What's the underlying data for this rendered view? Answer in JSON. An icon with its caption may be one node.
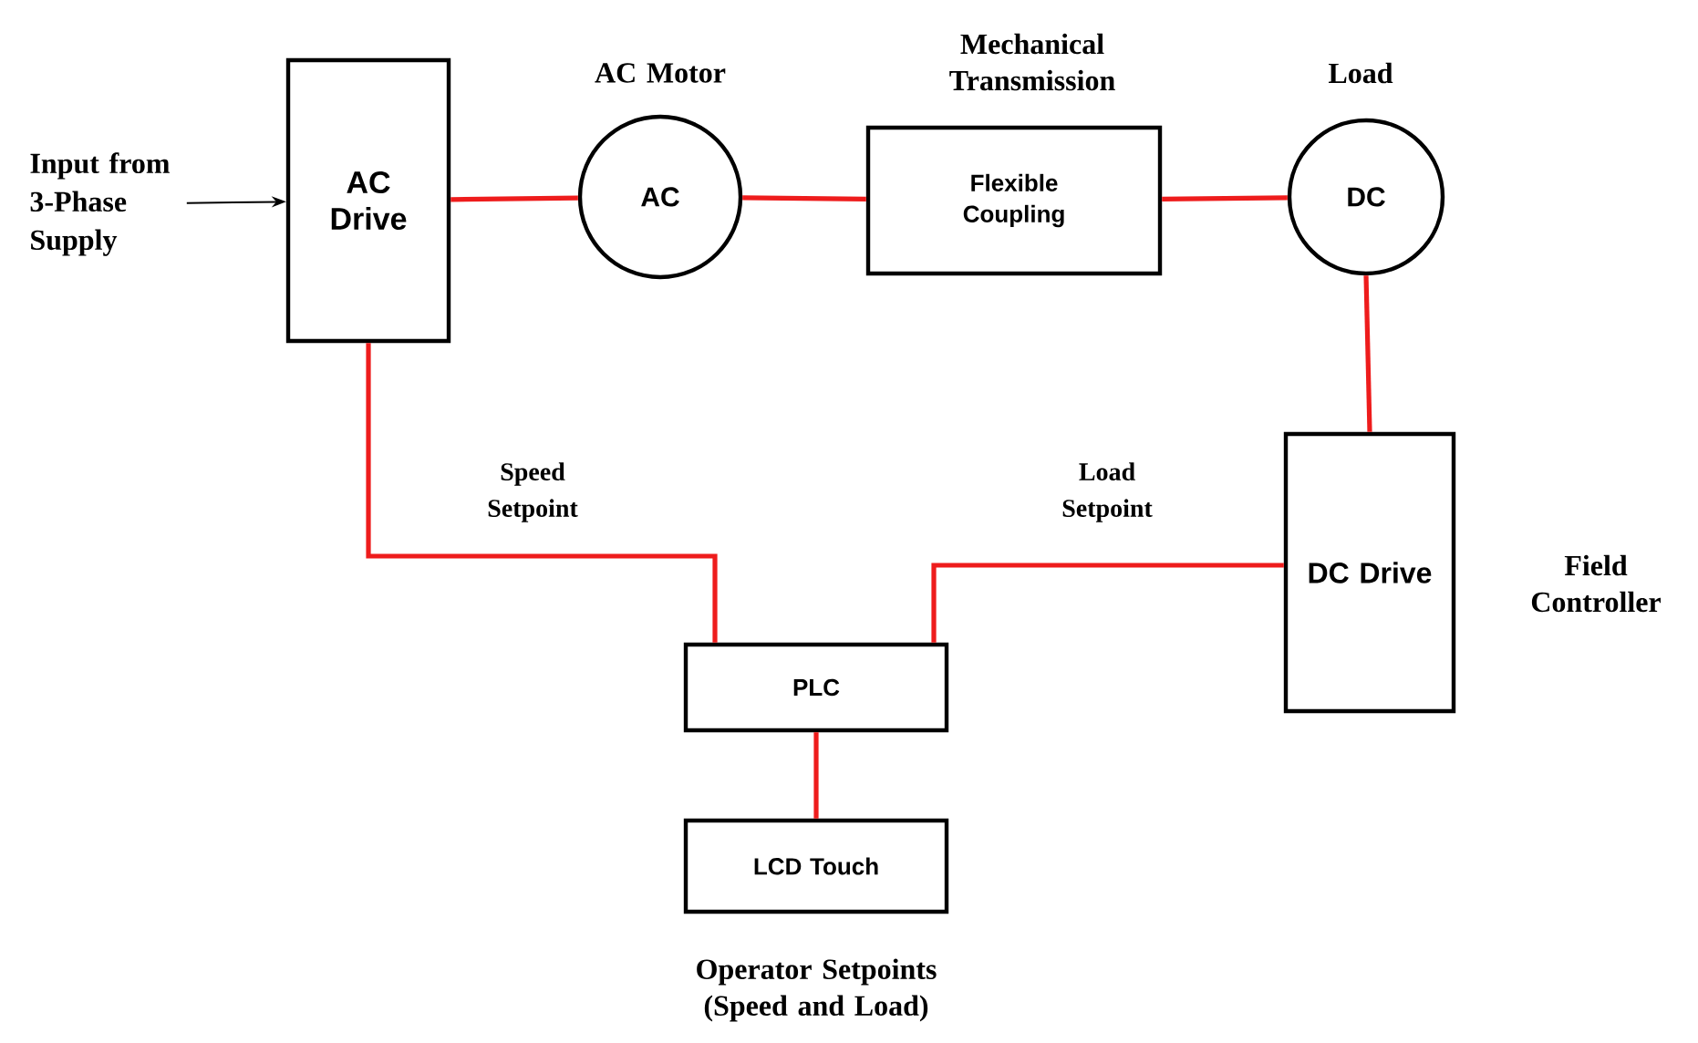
{
  "diagram": {
    "nodes": [
      {
        "text": [
          "AC Drive"
        ]
      },
      {
        "text": [
          "AC Motor",
          "AC"
        ]
      },
      {
        "text": [
          "Mechanical Transmission",
          "Flexible Coupling"
        ]
      },
      {
        "text": [
          "Load",
          "DC"
        ]
      },
      {
        "text": [
          "DC Drive"
        ],
        "beside": [
          "Field Controller"
        ]
      },
      {
        "text": [
          "PLC"
        ]
      },
      {
        "text": [
          "LCD Touch"
        ],
        "beside": [
          "Operator Setpoints (Speed and Load)"
        ]
      },
      {
        "text": [
          "Input from 3-Phase Supply"
        ]
      }
    ],
    "edges": [
      {
        "from": 7,
        "to": 0,
        "arrow": "to",
        "color": "#000000"
      },
      {
        "from": 0,
        "to": 1,
        "arrow": "none"
      },
      {
        "from": 1,
        "to": 2,
        "arrow": "none"
      },
      {
        "from": 2,
        "to": 3,
        "arrow": "none"
      },
      {
        "from": 3,
        "to": 4,
        "arrow": "none"
      },
      {
        "from": 0,
        "to": 5,
        "arrow": "none",
        "label": "Speed Setpoint"
      },
      {
        "from": 4,
        "to": 5,
        "arrow": "none",
        "label": "Load Setpoint"
      },
      {
        "from": 5,
        "to": 6,
        "arrow": "none"
      }
    ]
  }
}
